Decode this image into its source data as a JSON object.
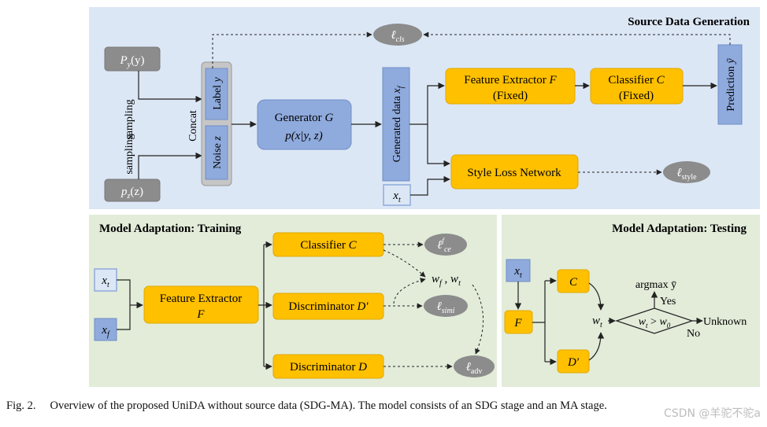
{
  "panels": {
    "sdg_title": "Source Data Generation",
    "training_title": "Model Adaptation: Training",
    "testing_title": "Model Adaptation: Testing"
  },
  "sdg": {
    "py": "P",
    "py_sub": "y",
    "py_arg": "(y)",
    "pz": "p",
    "pz_sub": "z",
    "pz_arg": "(z)",
    "sampling": "sampling",
    "concat": "Concat",
    "label_y": "Label ",
    "label_y_var": "y",
    "noise_z": "Noise ",
    "noise_z_var": "z",
    "generator_line1": "Generator ",
    "generator_var": "G",
    "generator_line2": "p(x|y, z)",
    "generated_data": "Generated data ",
    "generated_var": "x",
    "generated_sub": "f",
    "xt": "x",
    "xt_sub": "t",
    "fe_line1": "Feature Extractor ",
    "fe_var": "F",
    "fe_line2": "(Fixed)",
    "cls_line1": "Classifier ",
    "cls_var": "C",
    "cls_line2": "(Fixed)",
    "prediction": "Prediction ",
    "prediction_var": "ȳ",
    "style_loss": "Style Loss Network",
    "loss_cls": "ℓ",
    "loss_cls_sub": "cls",
    "loss_style": "ℓ",
    "loss_style_sub": "style"
  },
  "train": {
    "xt": "x",
    "xt_sub": "t",
    "xf": "x",
    "xf_sub": "f",
    "fe_line1": "Feature Extractor",
    "fe_line2": "F",
    "classifier": "Classifier ",
    "classifier_var": "C",
    "disc_prime": "Discriminator ",
    "disc_prime_var": "D′",
    "disc": "Discriminator ",
    "disc_var": "D",
    "loss_ce": "ℓ",
    "loss_ce_sup": "f",
    "loss_ce_sub": "ce",
    "loss_simi": "ℓ",
    "loss_simi_sub": "simi",
    "loss_adv": "ℓ",
    "loss_adv_sub": "adv",
    "weights": "w",
    "weights_sub1": "f",
    "weights_sep": " , ",
    "weights_sub2": "t"
  },
  "test": {
    "xt": "x",
    "xt_sub": "t",
    "f": "F",
    "c": "C",
    "dprime": "D′",
    "wt": "w",
    "wt_sub": "t",
    "cond_lhs": "w",
    "cond_lhs_sub": "t",
    "cond_op": " > ",
    "cond_rhs": "w",
    "cond_rhs_sub": "0",
    "argmax": "argmax ȳ",
    "yes": "Yes",
    "no": "No",
    "unknown": "Unknown"
  },
  "caption": {
    "fig": "Fig. 2.",
    "text": "Overview of the proposed UniDA without source data (SDG-MA). The model consists of an SDG stage and an MA stage."
  },
  "watermark": "CSDN @羊驼不驼a",
  "colors": {
    "sdg_bg": "#dce7f5",
    "ma_bg": "#e2ecd9",
    "orange": "#ffc000",
    "blue": "#8faadc",
    "gray": "#8c8c8c"
  }
}
